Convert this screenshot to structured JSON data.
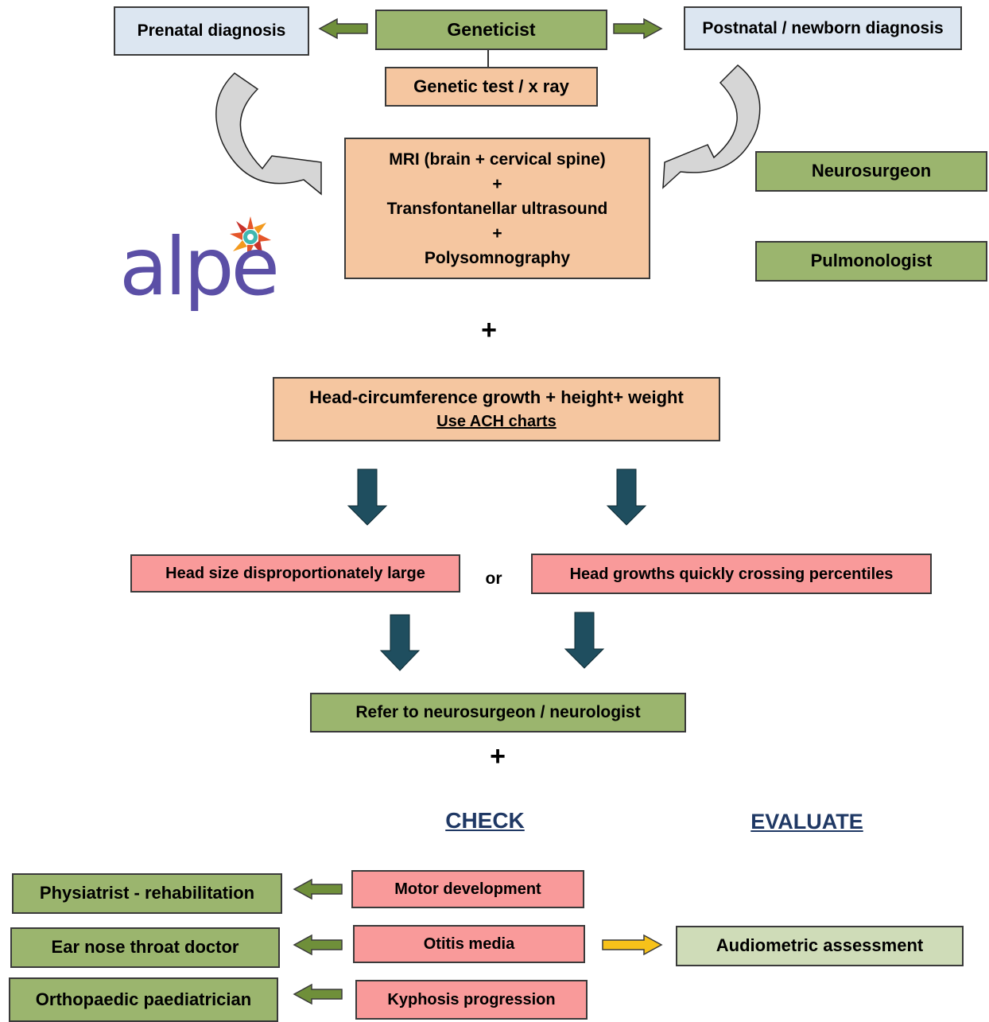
{
  "top": {
    "geneticist": "Geneticist",
    "prenatal": "Prenatal diagnosis",
    "postnatal": "Postnatal / newborn diagnosis",
    "genetic_test": "Genetic test / x ray"
  },
  "imaging": {
    "line1": "MRI (brain + cervical spine)",
    "plus1": "+",
    "line2": "Transfontanellar ultrasound",
    "plus2": "+",
    "line3": "Polysomnography"
  },
  "specialists_right": {
    "neurosurgeon": "Neurosurgeon",
    "pulmonologist": "Pulmonologist"
  },
  "logo": {
    "text": "alpe"
  },
  "plus_a": "+",
  "growth": {
    "title": "Head-circumference growth + height+ weight",
    "link": "Use ACH charts"
  },
  "conditions": {
    "left": "Head size disproportionately large",
    "or": "or",
    "right": "Head growths quickly crossing percentiles"
  },
  "refer": "Refer to neurosurgeon / neurologist",
  "plus_b": "+",
  "headers": {
    "check": "CHECK",
    "evaluate": "EVALUATE"
  },
  "check_items": [
    "Motor development",
    "Otitis media",
    "Kyphosis progression"
  ],
  "referrals": [
    "Physiatrist - rehabilitation",
    "Ear nose throat doctor",
    "Orthopaedic paediatrician"
  ],
  "evaluate_items": [
    "Audiometric assessment"
  ],
  "colors": {
    "green": "#9bb56e",
    "blue": "#dce6f1",
    "peach": "#f5c6a0",
    "pink": "#f99a9a",
    "light_green": "#cfdcb8",
    "teal_arrow": "#1f4e5f",
    "yellow_arrow": "#f7c21a",
    "header_blue": "#1f3864",
    "logo_purple": "#5b4fa6"
  }
}
